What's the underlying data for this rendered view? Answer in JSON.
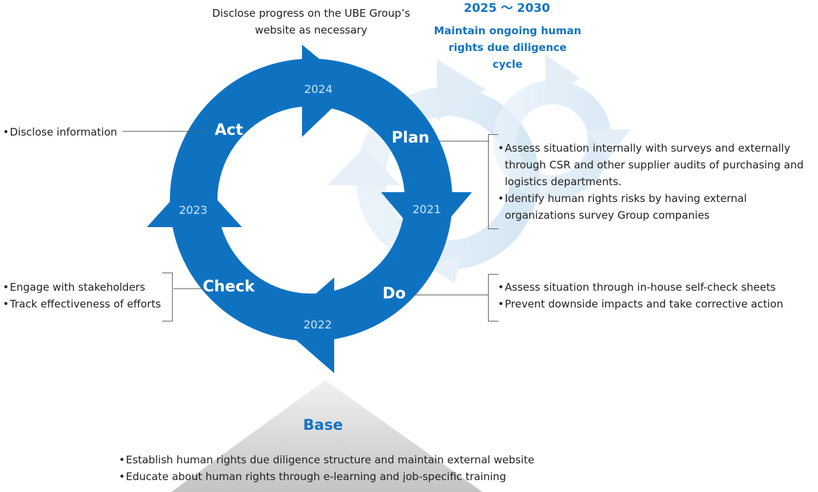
{
  "top_note": "Disclose progress on the UBE Group’s website as necessary",
  "future": {
    "years": "2025 ～ 2030",
    "caption": "Maintain ongoing human rights due diligence cycle"
  },
  "phases": {
    "act": "Act",
    "plan": "Plan",
    "do": "Do",
    "check": "Check"
  },
  "years": {
    "y2021": "2021",
    "y2022": "2022",
    "y2023": "2023",
    "y2024": "2024"
  },
  "act_items": [
    "Disclose information"
  ],
  "plan_items": [
    "Assess situation internally with surveys and externally through CSR and other supplier audits of purchasing and logistics departments.",
    "Identify human rights risks by having external organizations survey Group companies"
  ],
  "do_items": [
    "Assess situation through in-house self-check sheets",
    "Prevent downside impacts and take corrective action"
  ],
  "check_items": [
    "Engage with stakeholders",
    "Track effectiveness of efforts"
  ],
  "base": {
    "title": "Base",
    "items": [
      "Establish human rights due diligence structure and maintain external website",
      "Educate about human rights through e-learning and job-specific training"
    ]
  },
  "colors": {
    "ring": "#0f72c1",
    "ghost": "#d7e8f6",
    "accent_text": "#1273c2",
    "year_text": "#cfe3f4"
  }
}
